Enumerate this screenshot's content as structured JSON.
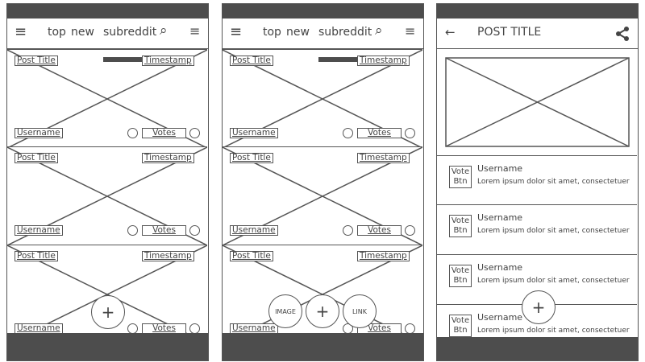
{
  "feed": {
    "tabs": [
      "top",
      "new",
      "subreddit"
    ],
    "active_tab": "subreddit",
    "menu_icon": "≡",
    "search_icon": "⌕",
    "sort_icon": "≡",
    "posts": [
      {
        "title": "Post Title",
        "timestamp": "Timestamp",
        "username": "Username",
        "votes": "Votes"
      },
      {
        "title": "Post Title",
        "timestamp": "Timestamp",
        "username": "Username",
        "votes": "Votes"
      },
      {
        "title": "Post Title",
        "timestamp": "Timestamp",
        "username": "Username",
        "votes": "Votes"
      }
    ],
    "fab": "+",
    "fab_image": "IMAGE",
    "fab_link": "LINK"
  },
  "detail": {
    "back_icon": "←",
    "title": "POST TITLE",
    "share_icon": "share",
    "comments": [
      {
        "vote": [
          "Vote",
          "Btn"
        ],
        "username": "Username",
        "text": "Lorem ipsum dolor sit amet, consectetuer"
      },
      {
        "vote": [
          "Vote",
          "Btn"
        ],
        "username": "Username",
        "text": "Lorem ipsum dolor sit amet, consectetuer"
      },
      {
        "vote": [
          "Vote",
          "Btn"
        ],
        "username": "Username",
        "text": "Lorem ipsum dolor sit amet, consectetuer"
      },
      {
        "vote": [
          "Vote",
          "Btn"
        ],
        "username": "Username",
        "text": "Lorem ipsum dolor sit amet, consectetuer"
      }
    ]
  }
}
